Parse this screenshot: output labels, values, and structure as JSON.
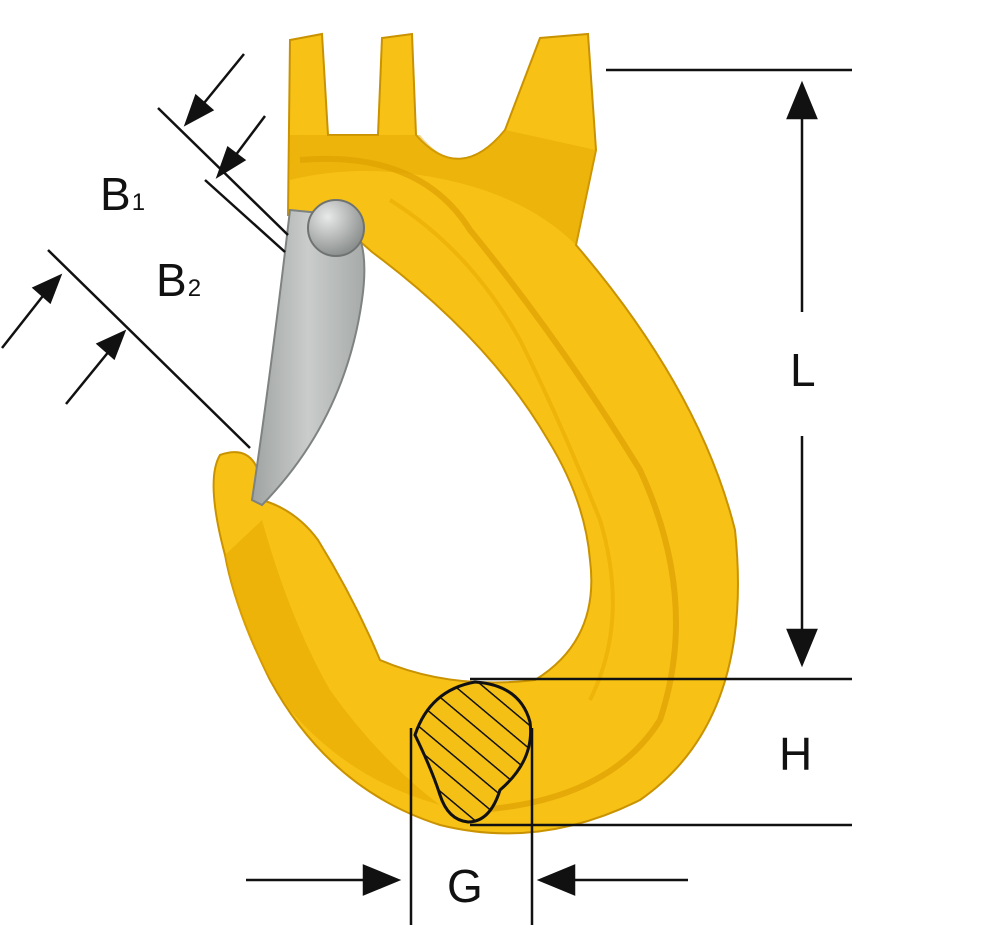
{
  "diagram": {
    "dimensions": {
      "b1": {
        "letter": "B",
        "subscript": "1"
      },
      "b2": {
        "letter": "B",
        "subscript": "2"
      },
      "l": "L",
      "h": "H",
      "g": "G"
    },
    "colors": {
      "hook_body": "#F7C215",
      "hook_shadow": "#D89A00",
      "latch": "#B9BCBA",
      "pin": "#A9ACAA",
      "lines": "#111111"
    }
  }
}
